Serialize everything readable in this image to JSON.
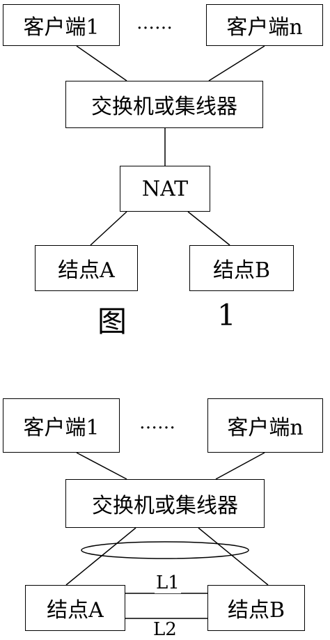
{
  "figure1": {
    "client_first": "客户端1",
    "client_last": "客户端n",
    "ellipsis": "……",
    "switch": "交换机或集线器",
    "nat": "NAT",
    "node_a": "结点A",
    "node_b": "结点B",
    "caption_char": "图",
    "caption_num": "1"
  },
  "figure2": {
    "client_first": "客户端1",
    "client_last": "客户端n",
    "ellipsis": "……",
    "switch": "交换机或集线器",
    "node_a": "结点A",
    "node_b": "结点B",
    "link1": "L1",
    "link2": "L2"
  }
}
